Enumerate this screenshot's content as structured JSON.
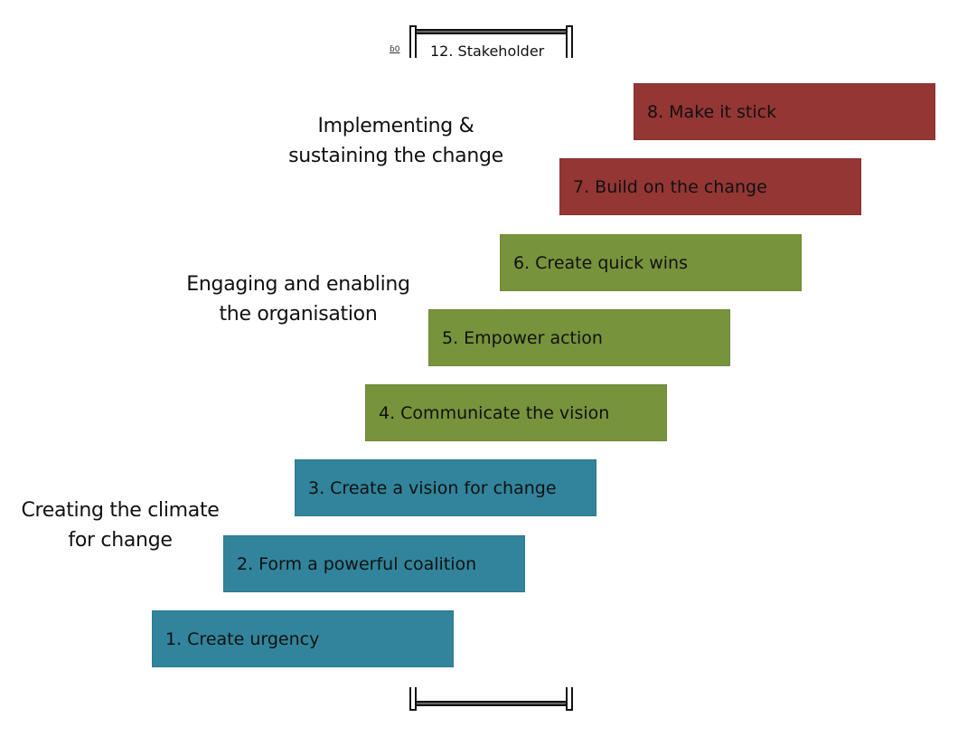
{
  "title": "Kotter's 8-step change model",
  "colors": {
    "climate": "#31849B",
    "engaging": "#77933C",
    "implementing": "#943634"
  },
  "bracket": {
    "label": "12. Stakeholder",
    "fragment": "ɓ0"
  },
  "phases": [
    {
      "id": "climate",
      "line1": "Creating the climate",
      "line2": "for change"
    },
    {
      "id": "engaging",
      "line1": "Engaging and enabling",
      "line2": "the organisation"
    },
    {
      "id": "implementing",
      "line1": "Implementing &",
      "line2": "sustaining the change"
    }
  ],
  "steps": [
    {
      "label": "1. Create urgency",
      "phase": "climate"
    },
    {
      "label": "2. Form a powerful coalition",
      "phase": "climate"
    },
    {
      "label": "3. Create a vision for change",
      "phase": "climate"
    },
    {
      "label": "4. Communicate the vision",
      "phase": "engaging"
    },
    {
      "label": "5. Empower action",
      "phase": "engaging"
    },
    {
      "label": "6. Create quick wins",
      "phase": "engaging"
    },
    {
      "label": "7. Build on the change",
      "phase": "implementing"
    },
    {
      "label": "8. Make it stick",
      "phase": "implementing"
    }
  ]
}
